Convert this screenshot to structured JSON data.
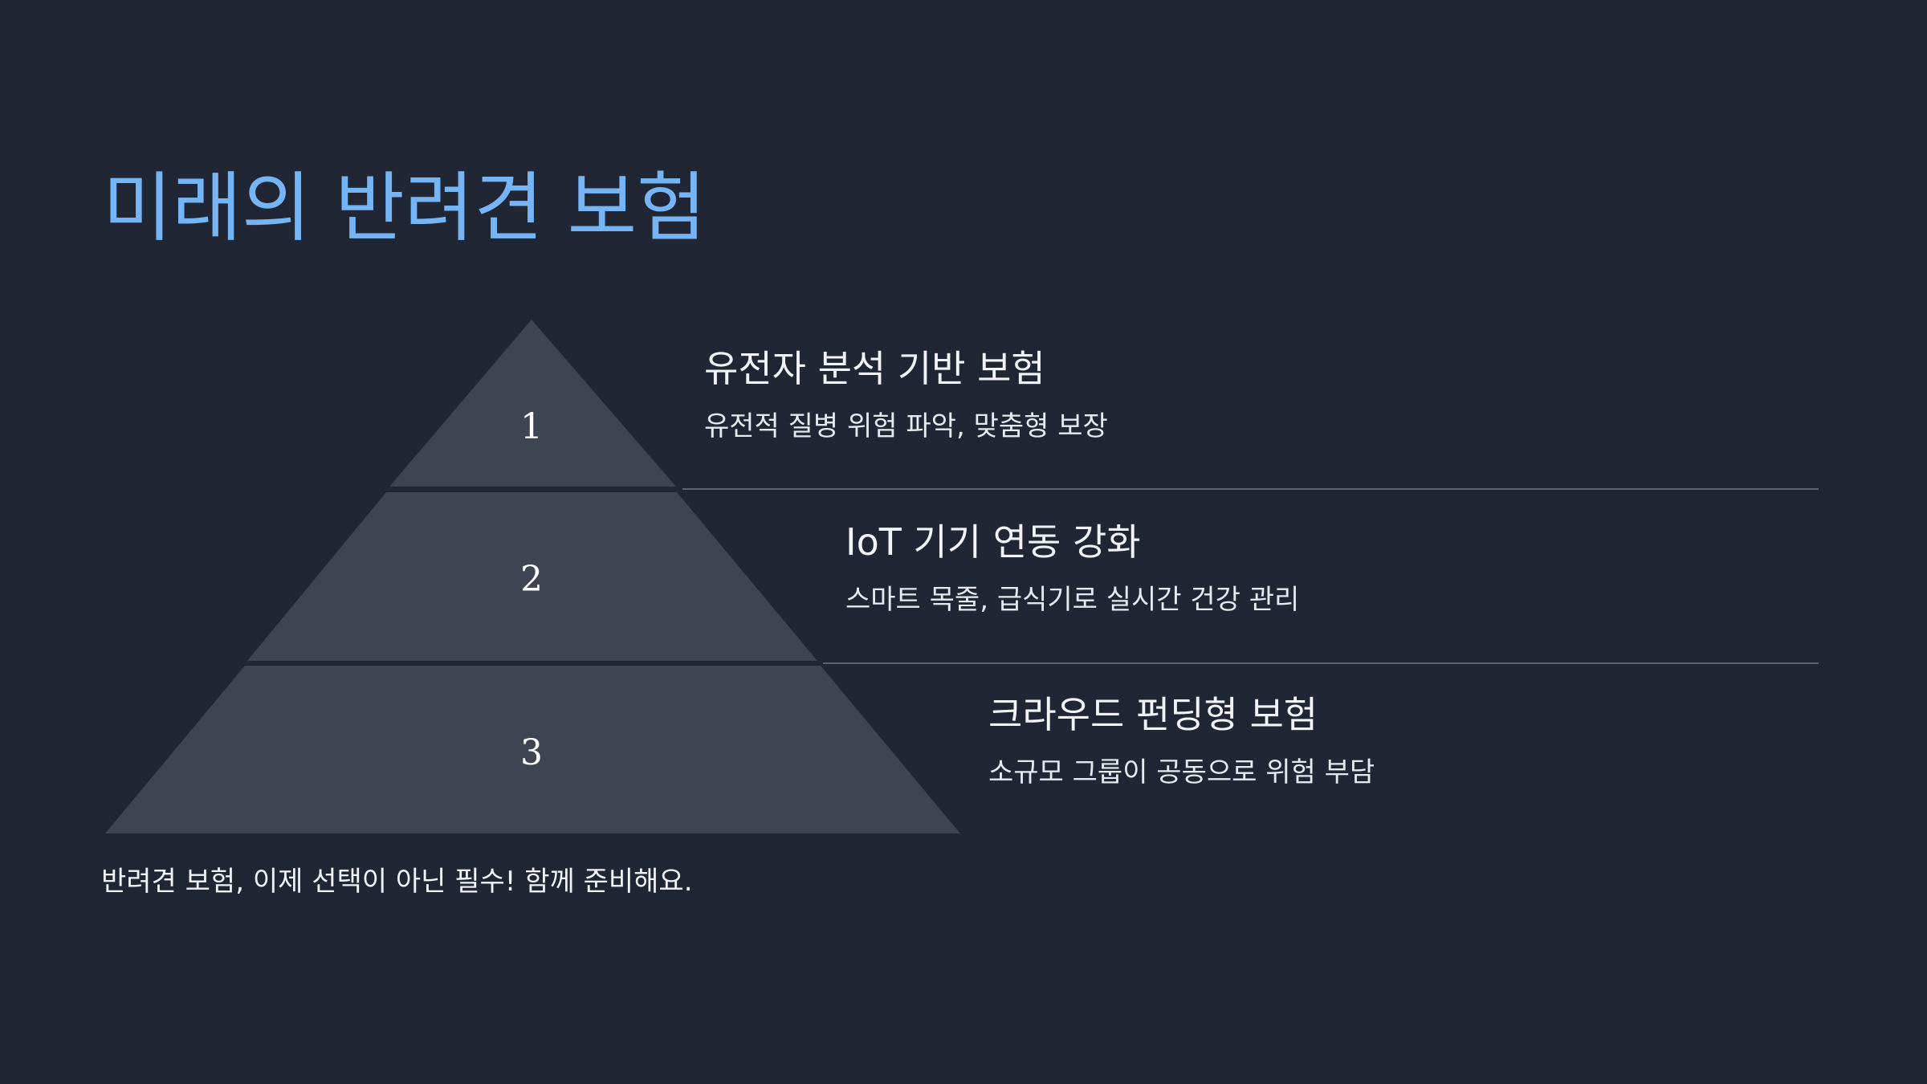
{
  "slide": {
    "title": "미래의 반려견 보험",
    "levels": [
      {
        "number": "1",
        "title": "유전자 분석 기반 보험",
        "description": "유전적 질병 위험 파악, 맞춤형 보장"
      },
      {
        "number": "2",
        "title": "IoT 기기 연동 강화",
        "description": "스마트 목줄, 급식기로 실시간 건강 관리"
      },
      {
        "number": "3",
        "title": "크라우드 펀딩형 보험",
        "description": "소규모 그룹이 공동으로 위험 부담"
      }
    ],
    "footer": "반려견 보험, 이제 선택이 아닌 필수! 함께 준비해요."
  },
  "colors": {
    "background": "#202633",
    "title": "#76b5f5",
    "pyramid_fill": "#3e4450",
    "divider": "#5d6370",
    "text": "#f1f3f6"
  }
}
